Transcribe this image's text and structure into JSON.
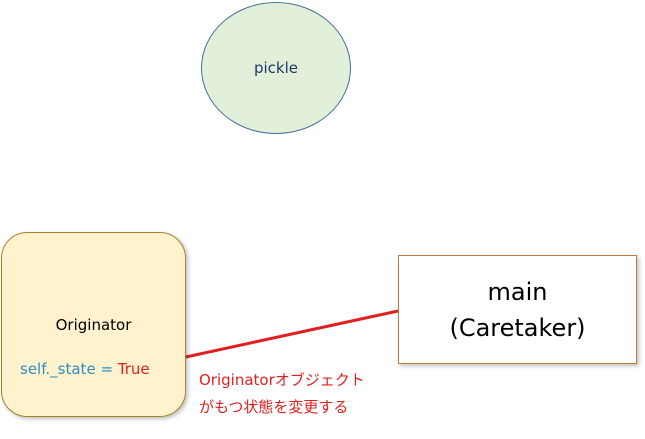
{
  "diagram": {
    "pickle": {
      "label": "pickle"
    },
    "originator": {
      "title": "Originator",
      "state_attr": "self._state",
      "state_eq": " = ",
      "state_value": "True"
    },
    "main": {
      "line1": "main",
      "line2": "(Caretaker)"
    },
    "annotation": {
      "line1": "Originatorオブジェクト",
      "line2": "がもつ状態を変更する"
    }
  },
  "colors": {
    "arrow": "#e02020",
    "pickle_fill": "#e2f0d9",
    "pickle_border": "#41719c",
    "originator_fill": "#fff2cc",
    "originator_border": "#a5822c",
    "main_border": "#c47a34",
    "attr_text": "#2e8fc6",
    "annotation_text": "#e02020"
  }
}
